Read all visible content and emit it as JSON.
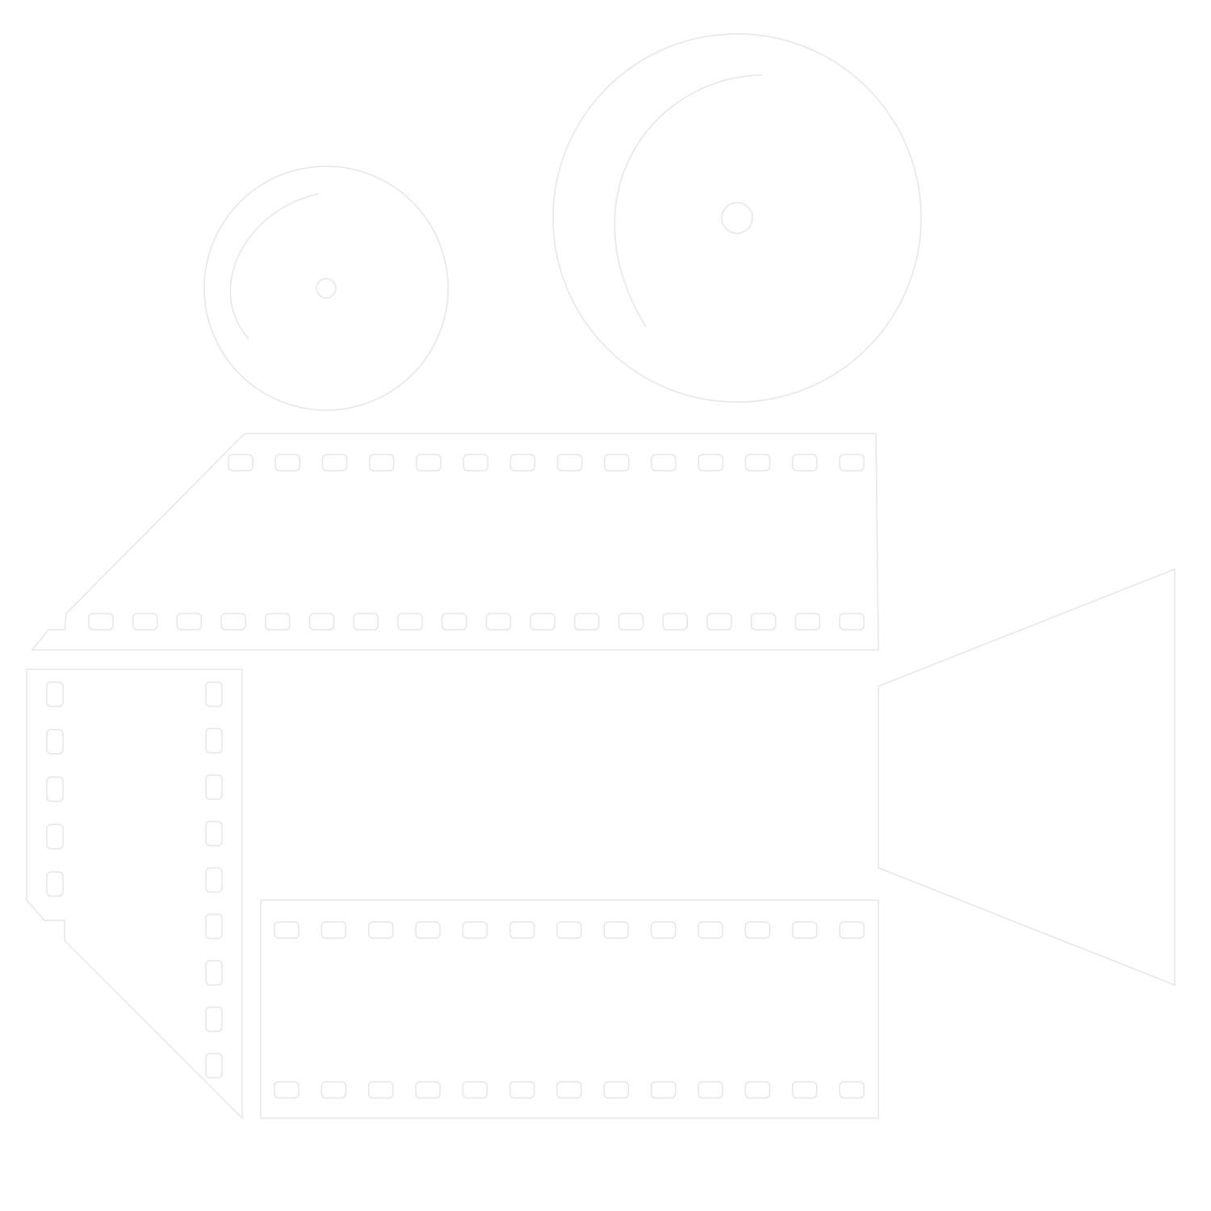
{
  "canvas": {
    "background_color": "#ffffff",
    "stroke_color": "#e6e6e6",
    "fill_color": "#ffffff"
  },
  "icon": {
    "name": "film-camera-icon",
    "parts": [
      "small-reel-icon",
      "large-reel-icon",
      "camera-body",
      "film-strip-top",
      "film-strip-left",
      "film-strip-bottom",
      "lens-cone-icon"
    ]
  }
}
